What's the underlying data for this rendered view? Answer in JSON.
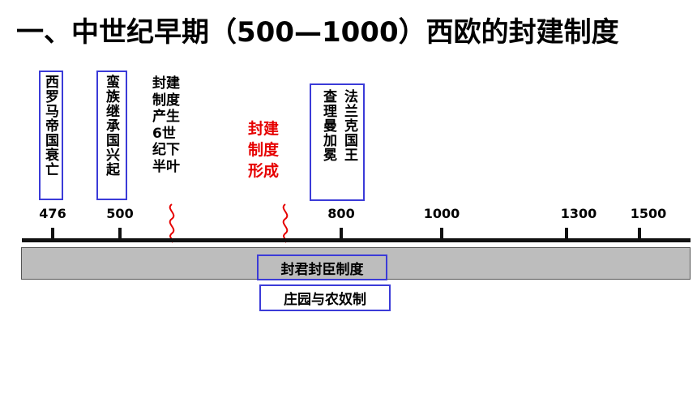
{
  "title": "一、中世纪早期（500—1000）西欧的封建制度",
  "events": {
    "west_rome_fall": "西罗马帝国衰亡",
    "barbarian_rise": "蛮族继承国兴起",
    "feudal_origin": "封建制度产生6世纪下半叶",
    "feudal_formed": "封建制度形成",
    "charlemagne": "法兰克国王查理曼加冕"
  },
  "feudal_origin_lines": [
    "封建",
    "制度",
    "产生",
    "6世",
    "纪下",
    "半叶"
  ],
  "feudal_formed_lines": [
    "封建",
    "制度",
    "形成"
  ],
  "charlemagne_cols": [
    "法兰克国王",
    "查理曼加冕"
  ],
  "years": [
    "476",
    "500",
    "800",
    "1000",
    "1300",
    "1500"
  ],
  "systems": {
    "vassal": "封君封臣制度",
    "manor": "庄园与农奴制"
  },
  "colors": {
    "box_border": "#3b3bd8",
    "highlight_text": "#e60000",
    "wave": "#e60000",
    "band": "#bdbdbd"
  }
}
